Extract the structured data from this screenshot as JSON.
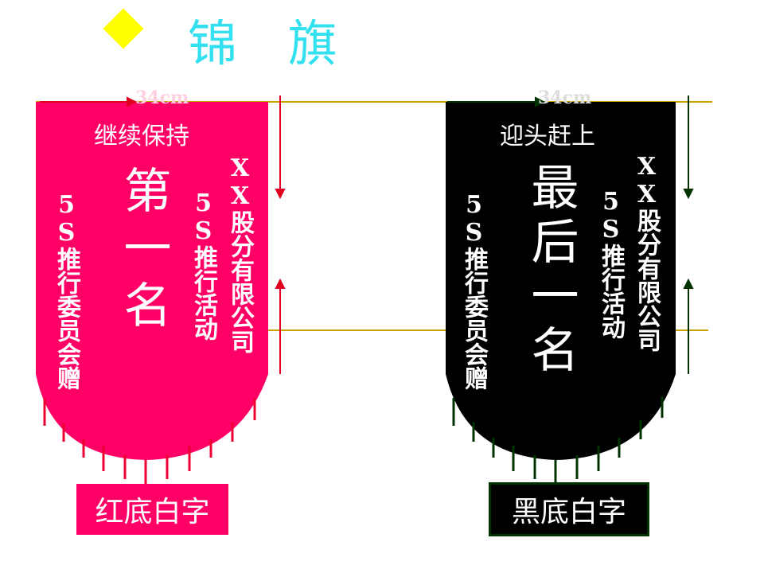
{
  "title": "锦 旗",
  "colors": {
    "red_banner": "#ff0066",
    "black_banner": "#000000",
    "title": "#33e0f0",
    "bullet": "#ffff00"
  },
  "banners": [
    {
      "motto": "继续保持",
      "rank": "第一名",
      "company": "XX股分有限公司",
      "activity": "5S推行活动",
      "giver": "5S推行委员会赠",
      "dimension": "34cm",
      "caption": "红底白字"
    },
    {
      "motto": "迎头赶上",
      "rank": "最后一名",
      "company": "XX股分有限公司",
      "activity": "5S推行活动",
      "giver": "5S推行委员会赠",
      "dimension": "34cm",
      "caption": "黑底白字"
    }
  ]
}
